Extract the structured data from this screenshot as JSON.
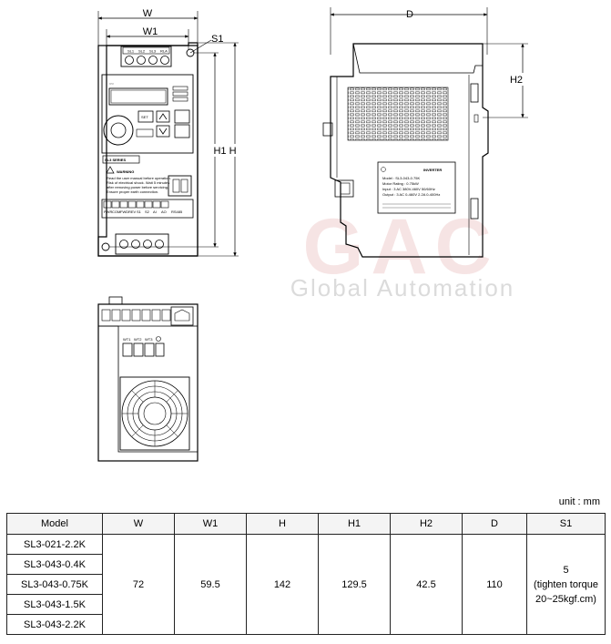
{
  "drawing": {
    "dimension_labels": {
      "w": "W",
      "w1": "W1",
      "s1": "S1",
      "h1_h": "H1 H",
      "d": "D",
      "h2": "H2"
    },
    "front_panel": {
      "terminal_top": [
        "SL1",
        "SL2",
        "SL3",
        "RLA"
      ],
      "set_key": "SET",
      "series_badge": "SL3 SERIES",
      "warning_title": "WARNING",
      "warning_lines": [
        "Read the user manual before operation.",
        "Risk of electrical shock. Wait 5 minutes",
        "after removing power before servicing.",
        "Ensure proper earth connection."
      ],
      "bottom_terminal_labels": [
        "PWR",
        "COM",
        "FWD",
        "REV",
        "S1",
        "S2",
        "AI",
        "AO"
      ],
      "rs485_label": "RS485"
    },
    "bottom_view": {
      "switch_labels": [
        "WT1",
        "WT2",
        "WT3"
      ]
    },
    "side_label": {
      "title": "INVERTER",
      "lines": [
        "Model : SL3-043-0.75K",
        "Motor Rating : 0.75kW",
        "Input : 3 AC 380V-460V 50/60Hz",
        "Output : 3 AC 0-460V 2.2A 0-400Hz"
      ]
    },
    "watermark": {
      "logo_text": "GAC",
      "caption": "Global Automation"
    }
  },
  "table": {
    "unit_label": "unit : mm",
    "headers": [
      "Model",
      "W",
      "W1",
      "H",
      "H1",
      "H2",
      "D",
      "S1"
    ],
    "models": [
      "SL3-021-2.2K",
      "SL3-043-0.4K",
      "SL3-043-0.75K",
      "SL3-043-1.5K",
      "SL3-043-2.2K"
    ],
    "values": {
      "W": "72",
      "W1": "59.5",
      "H": "142",
      "H1": "129.5",
      "H2": "42.5",
      "D": "110",
      "S1_value": "5",
      "S1_note_1": "(tighten torque",
      "S1_note_2": "20~25kgf.cm)"
    }
  }
}
